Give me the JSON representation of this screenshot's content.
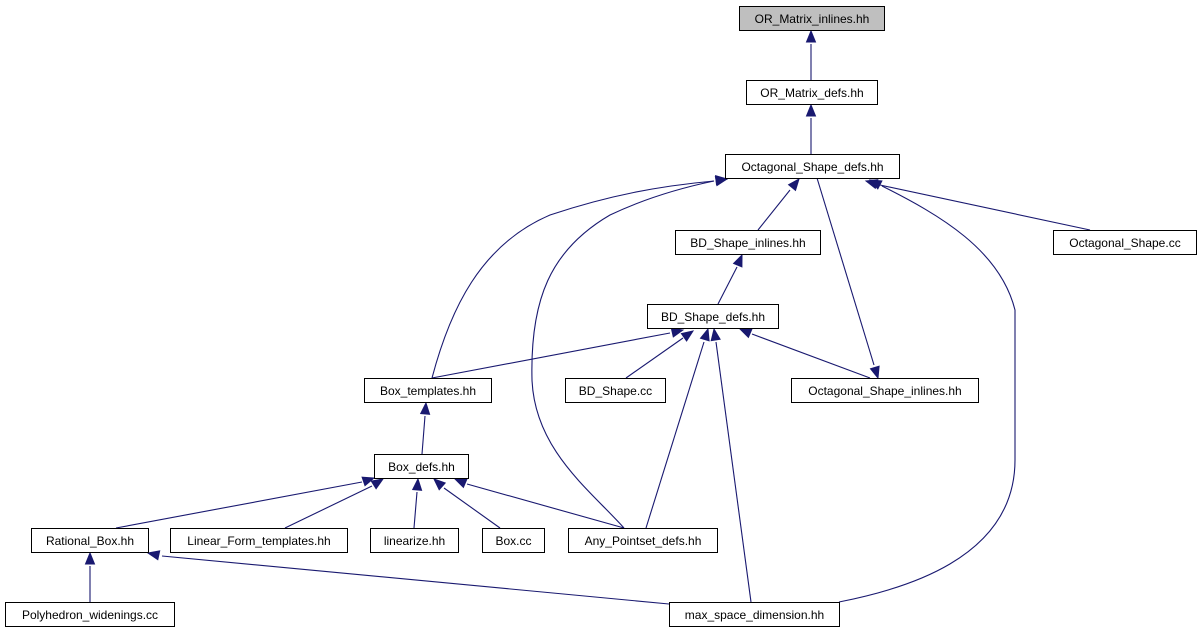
{
  "graph": {
    "title": "OR_Matrix_inlines.hh",
    "colors": {
      "edge": "#191970",
      "node_border": "#000000",
      "node_fill": "#ffffff",
      "root_fill": "#bfbfbf"
    },
    "nodes": [
      {
        "id": "or_matrix_inlines",
        "label": "OR_Matrix_inlines.hh",
        "root": true
      },
      {
        "id": "or_matrix_defs",
        "label": "OR_Matrix_defs.hh"
      },
      {
        "id": "octagonal_shape_defs",
        "label": "Octagonal_Shape_defs.hh"
      },
      {
        "id": "bd_shape_inlines",
        "label": "BD_Shape_inlines.hh"
      },
      {
        "id": "octagonal_shape_cc",
        "label": "Octagonal_Shape.cc"
      },
      {
        "id": "bd_shape_defs",
        "label": "BD_Shape_defs.hh"
      },
      {
        "id": "box_templates",
        "label": "Box_templates.hh"
      },
      {
        "id": "bd_shape_cc",
        "label": "BD_Shape.cc"
      },
      {
        "id": "octagonal_shape_inlines",
        "label": "Octagonal_Shape_inlines.hh"
      },
      {
        "id": "box_defs",
        "label": "Box_defs.hh"
      },
      {
        "id": "rational_box",
        "label": "Rational_Box.hh"
      },
      {
        "id": "linear_form_templates",
        "label": "Linear_Form_templates.hh"
      },
      {
        "id": "linearize",
        "label": "linearize.hh"
      },
      {
        "id": "box_cc",
        "label": "Box.cc"
      },
      {
        "id": "any_pointset_defs",
        "label": "Any_Pointset_defs.hh"
      },
      {
        "id": "polyhedron_widenings",
        "label": "Polyhedron_widenings.cc"
      },
      {
        "id": "max_space_dimension",
        "label": "max_space_dimension.hh"
      }
    ],
    "edges": [
      {
        "from": "or_matrix_defs",
        "to": "or_matrix_inlines"
      },
      {
        "from": "octagonal_shape_defs",
        "to": "or_matrix_defs"
      },
      {
        "from": "bd_shape_inlines",
        "to": "octagonal_shape_defs"
      },
      {
        "from": "octagonal_shape_cc",
        "to": "octagonal_shape_defs"
      },
      {
        "from": "box_templates",
        "to": "octagonal_shape_defs"
      },
      {
        "from": "any_pointset_defs",
        "to": "octagonal_shape_defs"
      },
      {
        "from": "max_space_dimension",
        "to": "octagonal_shape_defs"
      },
      {
        "from": "octagonal_shape_defs",
        "to": "octagonal_shape_inlines"
      },
      {
        "from": "bd_shape_defs",
        "to": "bd_shape_inlines"
      },
      {
        "from": "box_templates",
        "to": "bd_shape_defs"
      },
      {
        "from": "bd_shape_cc",
        "to": "bd_shape_defs"
      },
      {
        "from": "octagonal_shape_inlines",
        "to": "bd_shape_defs"
      },
      {
        "from": "any_pointset_defs",
        "to": "bd_shape_defs"
      },
      {
        "from": "max_space_dimension",
        "to": "bd_shape_defs"
      },
      {
        "from": "box_defs",
        "to": "box_templates"
      },
      {
        "from": "rational_box",
        "to": "box_defs"
      },
      {
        "from": "linear_form_templates",
        "to": "box_defs"
      },
      {
        "from": "linearize",
        "to": "box_defs"
      },
      {
        "from": "box_cc",
        "to": "box_defs"
      },
      {
        "from": "any_pointset_defs",
        "to": "box_defs"
      },
      {
        "from": "polyhedron_widenings",
        "to": "rational_box"
      },
      {
        "from": "max_space_dimension",
        "to": "rational_box"
      }
    ]
  }
}
